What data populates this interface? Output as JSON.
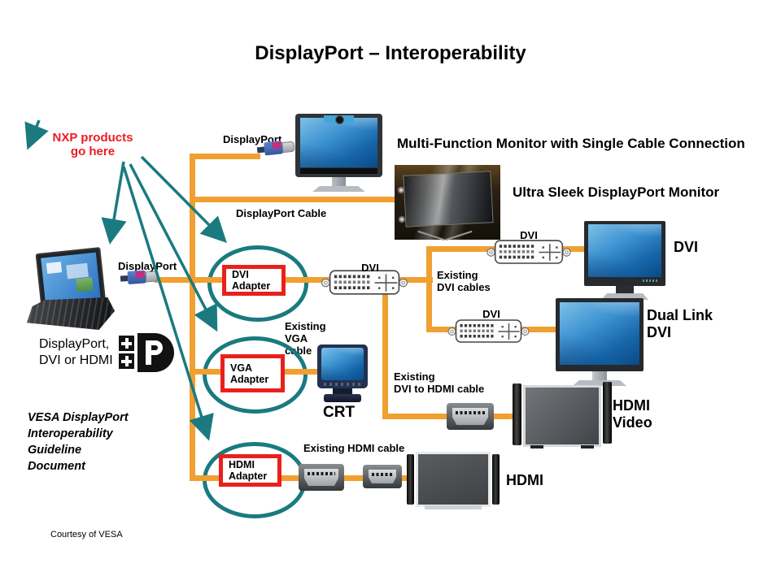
{
  "title": "DisplayPort – Interoperability",
  "colors": {
    "cable_orange": "#F0A030",
    "arrow_teal": "#1A7A80",
    "adapter_red": "#E8211D",
    "nxp_red": "#ED1C24"
  },
  "nxp_note": "NXP products\ngo here",
  "source": {
    "port_label": "DisplayPort",
    "caption": "DisplayPort,\nDVI or HDMI"
  },
  "top_branch": {
    "port_label": "DisplayPort",
    "cable_label": "DisplayPort  Cable",
    "monitor1_caption": "Multi-Function Monitor with Single Cable Connection",
    "monitor2_caption": "Ultra Sleek DisplayPort Monitor"
  },
  "adapters": [
    {
      "label": "DVI\nAdapter"
    },
    {
      "label": "VGA\nAdapter"
    },
    {
      "label": "HDMI\nAdapter"
    }
  ],
  "dvi_branch": {
    "connector_label": "DVI",
    "top_connector_label": "DVI",
    "bottom_connector_label": "DVI",
    "cables_label": "Existing\nDVI cables",
    "monitor_top_caption": "DVI",
    "monitor_bottom_caption": "Dual Link\nDVI",
    "dvi_to_hdmi_label": "Existing\nDVI to HDMI cable",
    "tv_caption": "HDMI\nVideo"
  },
  "vga_branch": {
    "cable_label": "Existing\nVGA\ncable",
    "monitor_caption": "CRT"
  },
  "hdmi_branch": {
    "cable_label": "Existing HDMI cable",
    "tv_caption": "HDMI"
  },
  "doc_note": "VESA DisplayPort\nInteroperability\nGuideline\nDocument",
  "footer": "Courtesy of VESA"
}
